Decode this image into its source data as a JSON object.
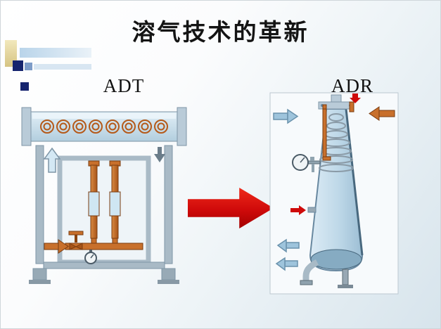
{
  "slide": {
    "title": "溶气技术的革新",
    "diagram_left_label": "ADT",
    "diagram_right_label": "ADR"
  },
  "colors": {
    "arrow_red": "#cf0a0a",
    "pipe_orange": "#c8702c",
    "vessel_blue": "#bed8e8",
    "flow_blue": "#9ec4dc",
    "deco_navy": "#16246e",
    "deco_tan": "#e7dcae"
  }
}
